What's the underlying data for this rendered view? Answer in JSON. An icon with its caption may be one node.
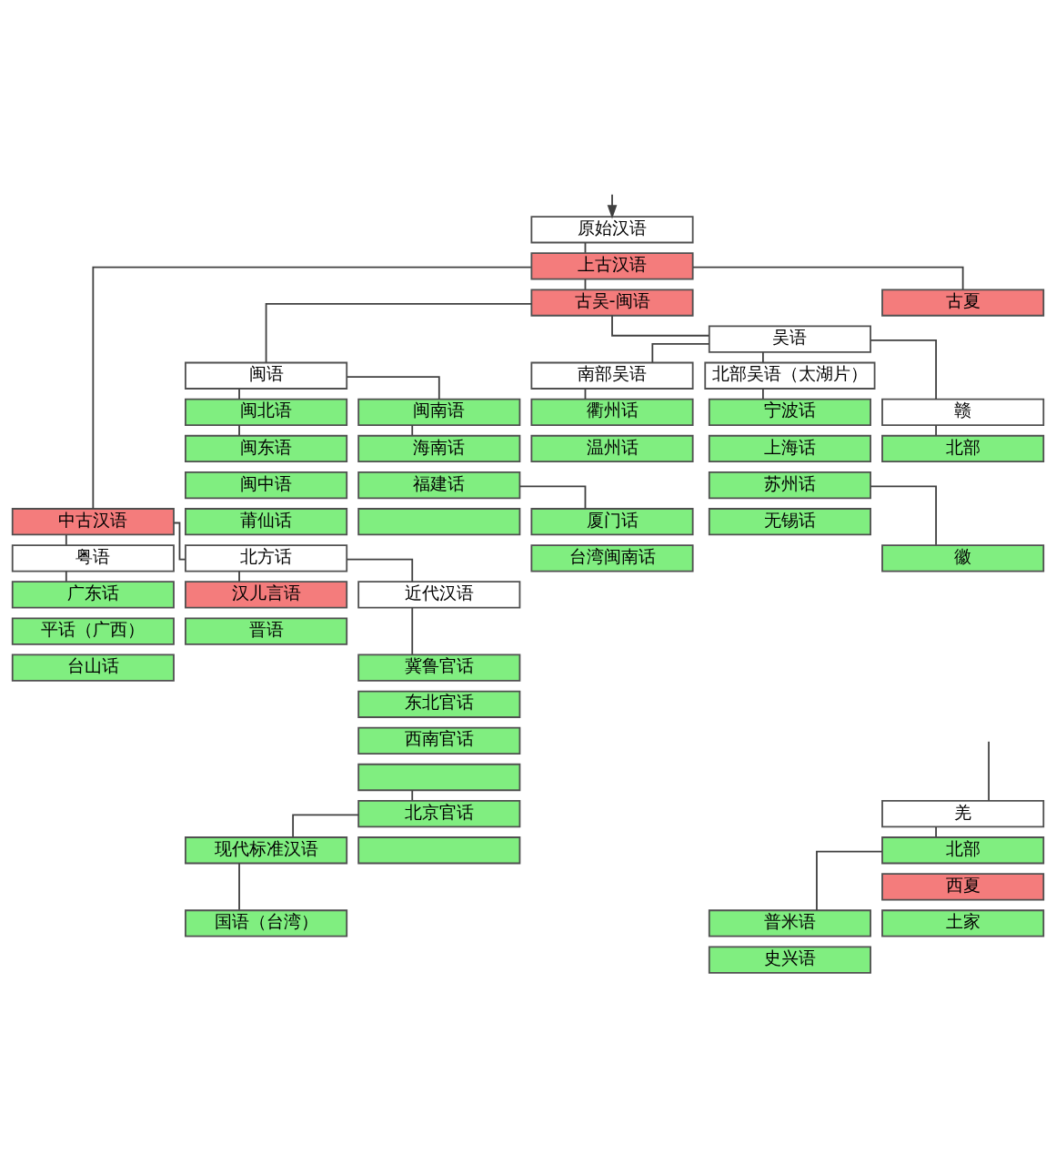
{
  "diagram": {
    "nodes": [
      {
        "text": [
          "原始汉语"
        ]
      },
      {
        "text": [
          "上古汉语"
        ]
      },
      {
        "text": [
          "古吴-闽语"
        ]
      },
      {
        "text": [
          "古夏"
        ]
      },
      {
        "text": [
          "吴语"
        ]
      },
      {
        "text": [
          "闽语"
        ]
      },
      {
        "text": [
          "南部吴语"
        ]
      },
      {
        "text": [
          "北部吴语（太湖片）"
        ]
      },
      {
        "text": [
          "闽北语"
        ]
      },
      {
        "text": [
          "闽南语"
        ]
      },
      {
        "text": [
          "赣"
        ]
      },
      {
        "text": [
          "衢州话"
        ]
      },
      {
        "text": [
          "宁波话"
        ]
      },
      {
        "text": [
          "闽东语"
        ]
      },
      {
        "text": [
          "海南话"
        ]
      },
      {
        "text": [
          "温州话"
        ]
      },
      {
        "text": [
          "上海话"
        ]
      },
      {
        "text": [
          "北部"
        ]
      },
      {
        "text": [
          "闽中语"
        ]
      },
      {
        "text": [
          "福建话"
        ]
      },
      {
        "text": [
          "苏州话"
        ]
      },
      {
        "text": [
          "莆仙话"
        ]
      },
      {
        "text": [],
        "shape": "box"
      },
      {
        "text": [
          "无锡话"
        ]
      },
      {
        "text": [
          "中古汉语"
        ]
      },
      {
        "text": [
          "厦门话"
        ]
      },
      {
        "text": [
          "台湾闽南话"
        ]
      },
      {
        "text": [
          "粤语"
        ]
      },
      {
        "text": [
          "北方话"
        ]
      },
      {
        "text": [
          "徽"
        ]
      },
      {
        "text": [
          "广东话"
        ]
      },
      {
        "text": [
          "汉儿言语"
        ]
      },
      {
        "text": [
          "近代汉语"
        ]
      },
      {
        "text": [
          "平话（广西）"
        ]
      },
      {
        "text": [
          "晋语"
        ]
      },
      {
        "text": [
          "台山话"
        ]
      },
      {
        "text": [
          "冀鲁官话"
        ]
      },
      {
        "text": [
          "东北官话"
        ]
      },
      {
        "text": [
          "西南官话"
        ]
      },
      {
        "text": [],
        "shape": "box"
      },
      {
        "text": [
          "北京官话"
        ]
      },
      {
        "text": [
          "羌"
        ]
      },
      {
        "text": [],
        "shape": "box"
      },
      {
        "text": [
          "现代标准汉语"
        ]
      },
      {
        "text": [
          "北部"
        ]
      },
      {
        "text": [
          "西夏"
        ]
      },
      {
        "text": [
          "国语（台湾）"
        ]
      },
      {
        "text": [
          "普米语"
        ]
      },
      {
        "text": [
          "土家"
        ]
      },
      {
        "text": [
          "史兴语"
        ]
      }
    ],
    "edges": [
      {
        "from": null,
        "to": 0,
        "arrow": "to"
      },
      {
        "from": 0,
        "to": 1,
        "arrow": "none"
      },
      {
        "from": 1,
        "to": 2,
        "arrow": "none"
      },
      {
        "from": 1,
        "to": 24,
        "arrow": "none"
      },
      {
        "from": 1,
        "to": 3,
        "arrow": "none"
      },
      {
        "from": 2,
        "to": 5,
        "arrow": "none"
      },
      {
        "from": 2,
        "to": 4,
        "arrow": "none"
      },
      {
        "from": 4,
        "to": 6,
        "arrow": "none"
      },
      {
        "from": 4,
        "to": 7,
        "arrow": "none"
      },
      {
        "from": 4,
        "to": 10,
        "arrow": "none"
      },
      {
        "from": 5,
        "to": 8,
        "arrow": "none"
      },
      {
        "from": 5,
        "to": 9,
        "arrow": "none"
      },
      {
        "from": 6,
        "to": 11,
        "arrow": "none"
      },
      {
        "from": 7,
        "to": 12,
        "arrow": "none"
      },
      {
        "from": 10,
        "to": 17,
        "arrow": "none"
      },
      {
        "from": 8,
        "to": 13,
        "arrow": "none"
      },
      {
        "from": 9,
        "to": 14,
        "arrow": "none"
      },
      {
        "from": 19,
        "to": 25,
        "arrow": "none"
      },
      {
        "from": 20,
        "to": 29,
        "arrow": "none"
      },
      {
        "from": 24,
        "to": 27,
        "arrow": "none"
      },
      {
        "from": 24,
        "to": 28,
        "arrow": "none"
      },
      {
        "from": 27,
        "to": 30,
        "arrow": "none"
      },
      {
        "from": 28,
        "to": 31,
        "arrow": "none"
      },
      {
        "from": 28,
        "to": 32,
        "arrow": "none"
      },
      {
        "from": 32,
        "to": 36,
        "arrow": "none"
      },
      {
        "from": 39,
        "to": 40,
        "arrow": "none"
      },
      {
        "from": 40,
        "to": 43,
        "arrow": "none"
      },
      {
        "from": null,
        "to": 41,
        "arrow": "none"
      },
      {
        "from": 41,
        "to": 44,
        "arrow": "none"
      },
      {
        "from": 43,
        "to": 46,
        "arrow": "none"
      },
      {
        "from": 44,
        "to": 47,
        "arrow": "none"
      }
    ]
  }
}
